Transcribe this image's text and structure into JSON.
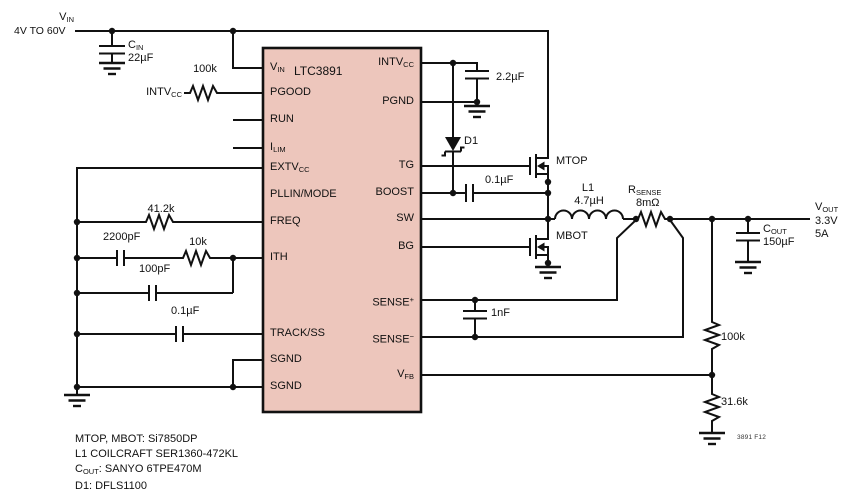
{
  "figure": {
    "ref": "3891 F12"
  },
  "colors": {
    "ic_fill": "#edc6bc",
    "wire": "#111111"
  },
  "input": {
    "name": "V",
    "sub": "IN",
    "range": "4V TO 60V"
  },
  "output": {
    "name": "V",
    "sub": "OUT",
    "voltage": "3.3V",
    "current": "5A"
  },
  "ic": {
    "part": "LTC3891",
    "pins_left": [
      {
        "t": "V",
        "sub": "IN"
      },
      {
        "t": "PGOOD"
      },
      {
        "t": "RUN"
      },
      {
        "t": "I",
        "sub": "LIM"
      },
      {
        "t": "EXTV",
        "sub": "CC"
      },
      {
        "t": "PLLIN/MODE"
      },
      {
        "t": "FREQ"
      },
      {
        "t": "ITH"
      },
      {
        "t": "TRACK/SS"
      },
      {
        "t": "SGND"
      },
      {
        "t": "SGND"
      }
    ],
    "pins_right": [
      {
        "t": "INTV",
        "sub": "CC"
      },
      {
        "t": "PGND"
      },
      {
        "t": "TG"
      },
      {
        "t": "BOOST"
      },
      {
        "t": "SW"
      },
      {
        "t": "BG"
      },
      {
        "t": "SENSE",
        "sup": "+"
      },
      {
        "t": "SENSE",
        "sup": "−"
      },
      {
        "t": "V",
        "sub": "FB"
      }
    ]
  },
  "components": {
    "cin": {
      "name": "C",
      "sub": "IN",
      "value": "22µF"
    },
    "pullup_src": {
      "name": "INTV",
      "sub": "CC"
    },
    "r_pgood": {
      "value": "100k"
    },
    "c_intvcc": {
      "value": "2.2µF"
    },
    "d1": {
      "ref": "D1"
    },
    "mtop": {
      "ref": "MTOP"
    },
    "c_boost": {
      "value": "0.1µF"
    },
    "mbot": {
      "ref": "MBOT"
    },
    "l1": {
      "ref": "L1",
      "value": "4.7µH"
    },
    "rsense": {
      "name": "R",
      "sub": "SENSE",
      "value": "8mΩ"
    },
    "c_sense": {
      "value": "1nF"
    },
    "cout": {
      "name": "C",
      "sub": "OUT",
      "value": "150µF"
    },
    "r_fb_top": {
      "value": "100k"
    },
    "r_fb_bot": {
      "value": "31.6k"
    },
    "r_freq": {
      "value": "41.2k"
    },
    "c_ith_series": {
      "value": "2200pF"
    },
    "r_ith": {
      "value": "10k"
    },
    "c_ith_par": {
      "value": "100pF"
    },
    "c_ss": {
      "value": "0.1µF"
    }
  },
  "notes": {
    "line1": "MTOP, MBOT: Si7850DP",
    "line2": "L1 COILCRAFT SER1360-472KL",
    "line3_pre": "C",
    "line3_sub": "OUT",
    "line3_post": ": SANYO 6TPE470M",
    "line4": "D1: DFLS1100"
  }
}
